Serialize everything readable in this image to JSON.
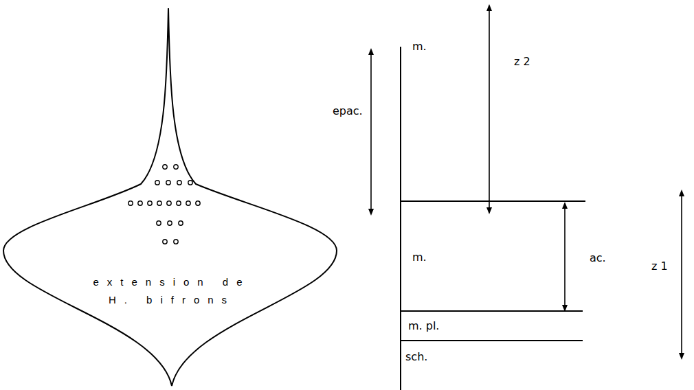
{
  "diagram": {
    "nodes": [
      {
        "text": [
          "extension de H. bifrons"
        ]
      }
    ],
    "labels": [
      "m.",
      "epac.",
      "z 2",
      "m.",
      "ac.",
      "z 1",
      "m. pl.",
      "sch."
    ]
  }
}
